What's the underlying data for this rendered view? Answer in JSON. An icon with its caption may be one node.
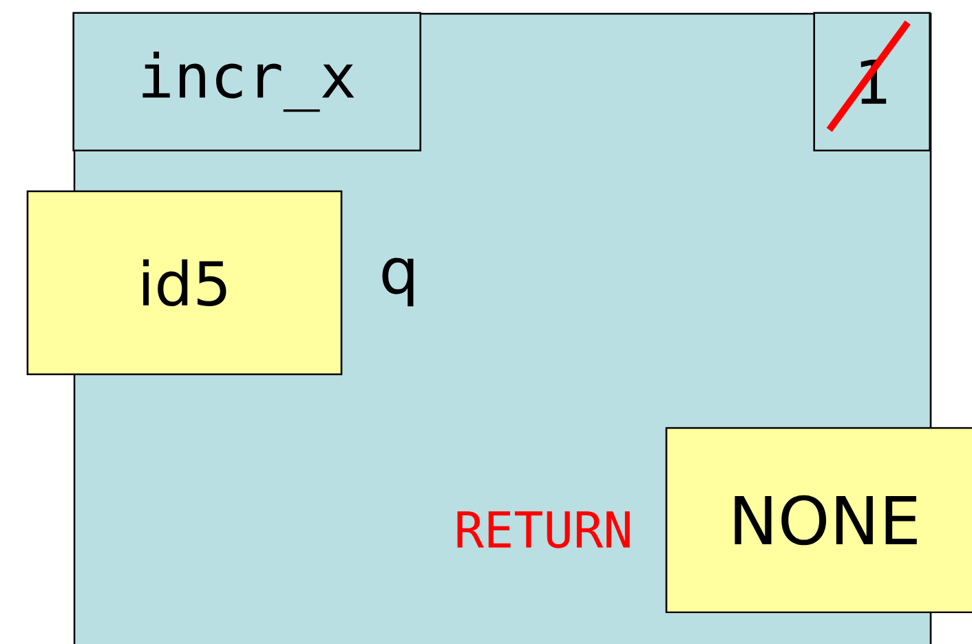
{
  "diagram": {
    "nodes": [
      {
        "text": [],
        "shape": "box"
      },
      {
        "text": [
          "incr_x"
        ],
        "in": 0
      },
      {
        "text": [
          "1"
        ],
        "in": 0
      },
      {
        "text": [
          "id5"
        ],
        "beside": [
          "q"
        ]
      },
      {
        "text": [
          "NONE"
        ],
        "beside": [
          "RETURN"
        ]
      }
    ]
  }
}
